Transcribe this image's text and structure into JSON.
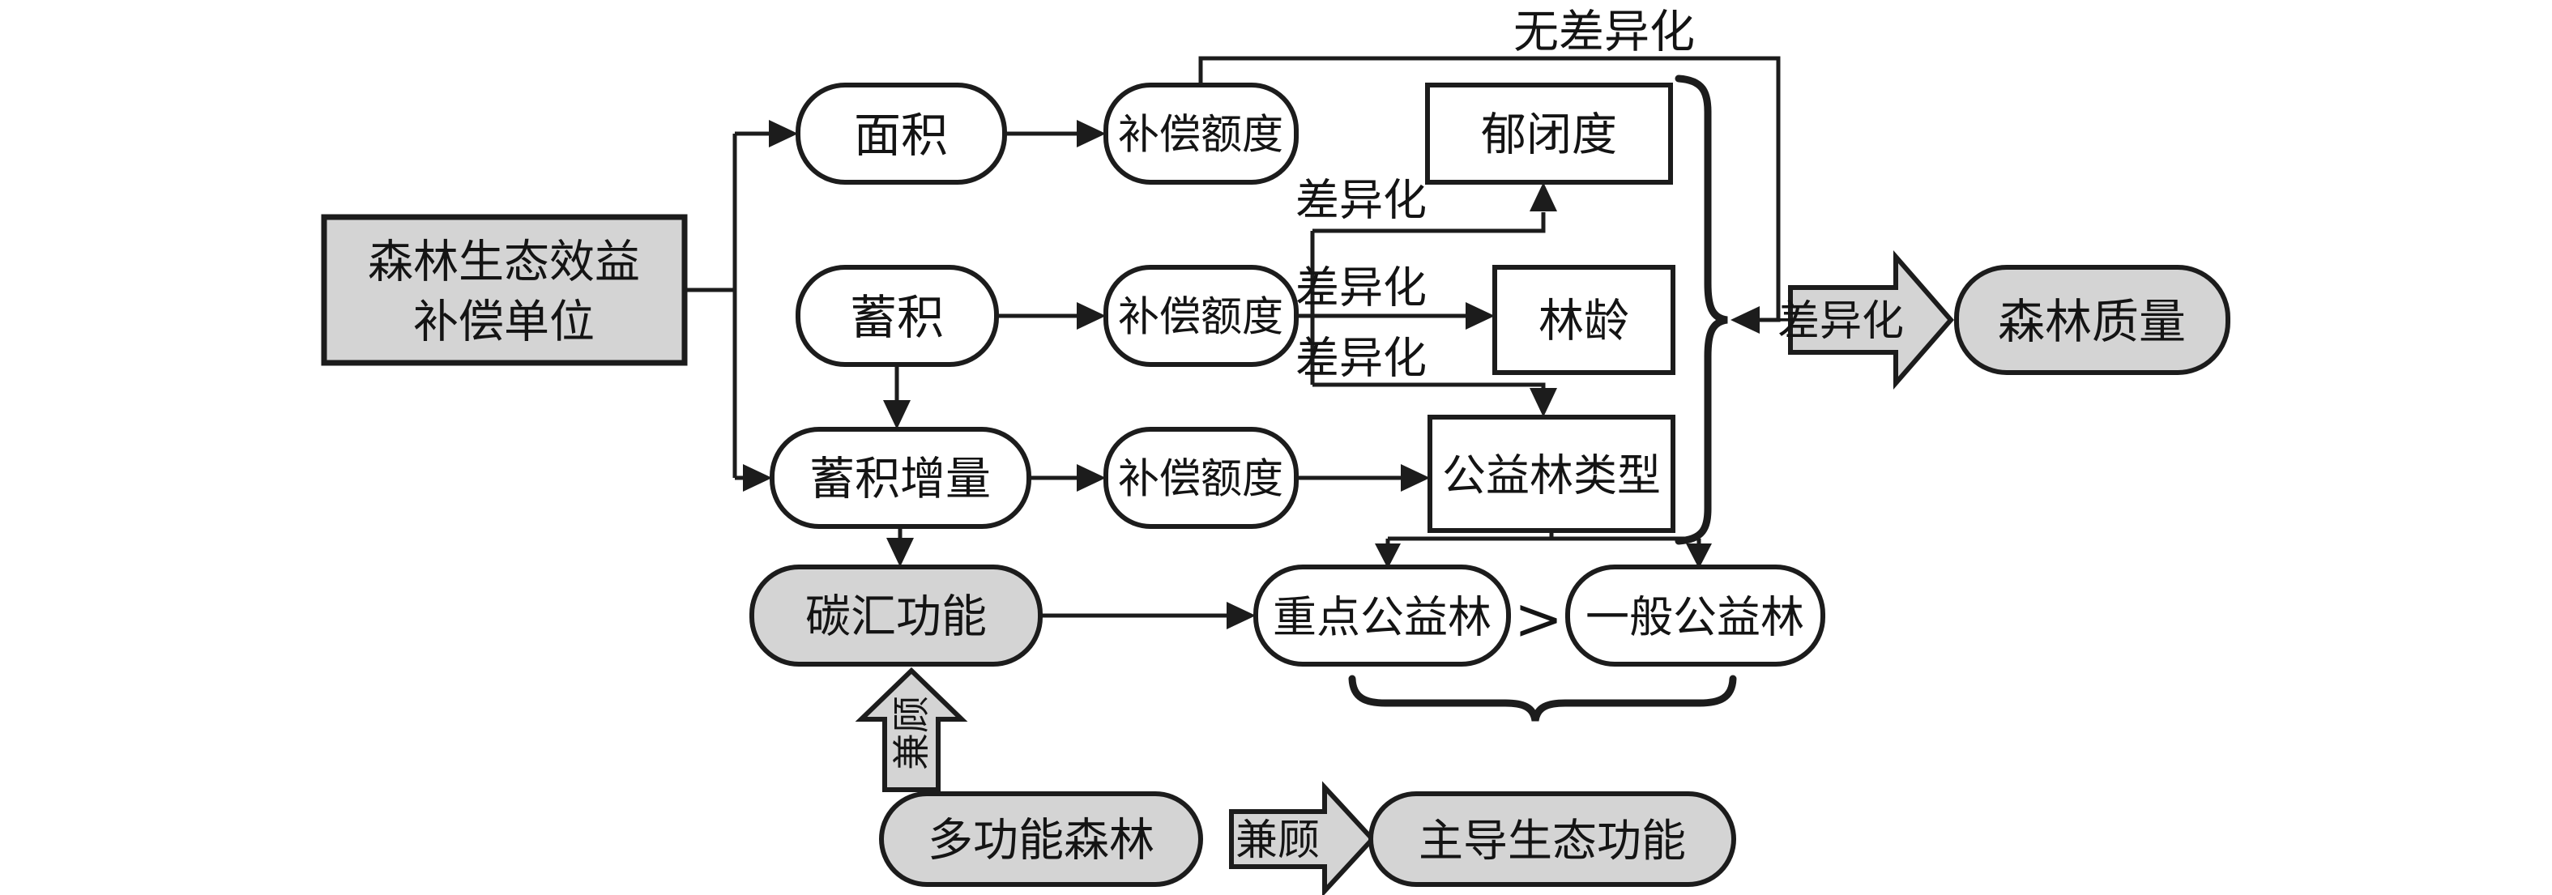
{
  "figure": {
    "background": "#ffffff",
    "stroke_color": "#1c1c1c",
    "node_fill_gray": "#d4d4d4",
    "node_fill_white": "#ffffff"
  },
  "nodes": {
    "unit_line1": "森林生态效益",
    "unit_line2": "补偿单位",
    "area": "面积",
    "stock": "蓄积",
    "stock_increment": "蓄积增量",
    "comp_area": "补偿额度",
    "comp_stock": "补偿额度",
    "comp_increment": "补偿额度",
    "canopy": "郁闭度",
    "forest_age": "林龄",
    "forest_type": "公益林类型",
    "forest_quality": "森林质量",
    "carbon_sink": "碳汇功能",
    "key_forest": "重点公益林",
    "general_forest": "一般公益林",
    "multifunction_forest": "多功能森林",
    "dominant_function": "主导生态功能"
  },
  "labels": {
    "no_diff": "无差异化",
    "diff_canopy": "差异化",
    "diff_age": "差异化",
    "diff_type": "差异化",
    "diff_main": "差异化",
    "balance_up": "兼顾",
    "balance_right": "兼顾",
    "greater": ">"
  }
}
